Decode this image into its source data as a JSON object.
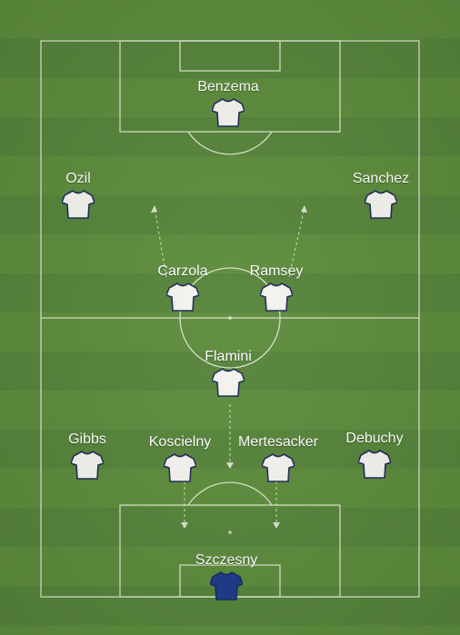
{
  "formation": {
    "players": [
      {
        "id": "benzema",
        "name": "Benzema",
        "kit": "white"
      },
      {
        "id": "ozil",
        "name": "Ozil",
        "kit": "white"
      },
      {
        "id": "sanchez",
        "name": "Sanchez",
        "kit": "white"
      },
      {
        "id": "carzola",
        "name": "Carzola",
        "kit": "white"
      },
      {
        "id": "ramsey",
        "name": "Ramsey",
        "kit": "white"
      },
      {
        "id": "flamini",
        "name": "Flamini",
        "kit": "white"
      },
      {
        "id": "gibbs",
        "name": "Gibbs",
        "kit": "white"
      },
      {
        "id": "koscielny",
        "name": "Koscielny",
        "kit": "white"
      },
      {
        "id": "mertesacker",
        "name": "Mertesacker",
        "kit": "white"
      },
      {
        "id": "debuchy",
        "name": "Debuchy",
        "kit": "white"
      },
      {
        "id": "szczesny",
        "name": "Szczesny",
        "kit": "navy"
      }
    ]
  },
  "colors": {
    "white_kit": "#f4f4f0",
    "white_kit_trim": "#1f2a55",
    "navy_kit": "#1f3a8a",
    "pitch_line": "#e8eedc"
  }
}
